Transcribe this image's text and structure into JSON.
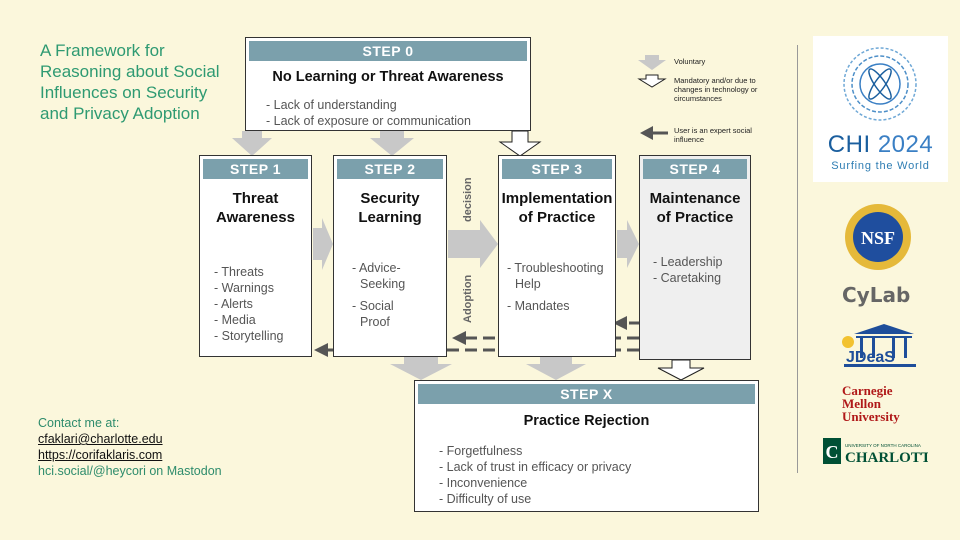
{
  "title": "A Framework for Reasoning about Social Influences on Security and Privacy Adoption",
  "contact": {
    "heading": "Contact me at:",
    "email": "cfaklari@charlotte.edu",
    "website": "https://corifaklaris.com",
    "mastodon": "hci.social/@heycori on Mastodon"
  },
  "step0": {
    "label": "STEP 0",
    "title": "No Learning or Threat Awareness",
    "items": [
      "- Lack of understanding",
      "- Lack of exposure or communication"
    ]
  },
  "step1": {
    "label": "STEP 1",
    "title_l1": "Threat",
    "title_l2": "Awareness",
    "items": [
      "- Threats",
      "- Warnings",
      "- Alerts",
      "- Media",
      "- Storytelling"
    ]
  },
  "step2": {
    "label": "STEP 2",
    "title_l1": "Security",
    "title_l2": "Learning",
    "items": [
      "- Advice-",
      "Seeking",
      "- Social",
      "Proof"
    ]
  },
  "step3": {
    "label": "STEP 3",
    "title_l1": "Implementation",
    "title_l2": "of Practice",
    "items": [
      "- Troubleshooting",
      "Help",
      "- Mandates"
    ]
  },
  "step4": {
    "label": "STEP 4",
    "title_l1": "Maintenance",
    "title_l2": "of Practice",
    "items": [
      "- Leadership",
      "- Caretaking"
    ]
  },
  "stepx": {
    "label": "STEP X",
    "title": "Practice Rejection",
    "items": [
      "- Forgetfulness",
      "- Lack of trust in efficacy or privacy",
      "- Inconvenience",
      "- Difficulty of use"
    ]
  },
  "side_labels": {
    "decision": "decision",
    "adoption": "Adoption"
  },
  "legend": {
    "voluntary": "Voluntary",
    "mandatory": "Mandatory and/or due to changes in technology or circumstances",
    "expert": "User is an expert social influence"
  },
  "logos": {
    "chi_name": "CHI",
    "chi_year": "2024",
    "chi_tagline": "Surfing the World",
    "nsf": "NSF",
    "cylab": "CyLab",
    "jdeds": "JDeaS",
    "cmu_l1": "Carnegie",
    "cmu_l2": "Mellon",
    "cmu_l3": "University",
    "unc_small": "UNIVERSITY OF NORTH CAROLINA",
    "unc_name": "CHARLOTTE"
  },
  "colors": {
    "background": "#FBF7DC",
    "header": "#7BA0AC",
    "title_green": "#2E9A72",
    "arrow_gray": "#C8C8C8",
    "dashed_arrow": "#555555"
  }
}
